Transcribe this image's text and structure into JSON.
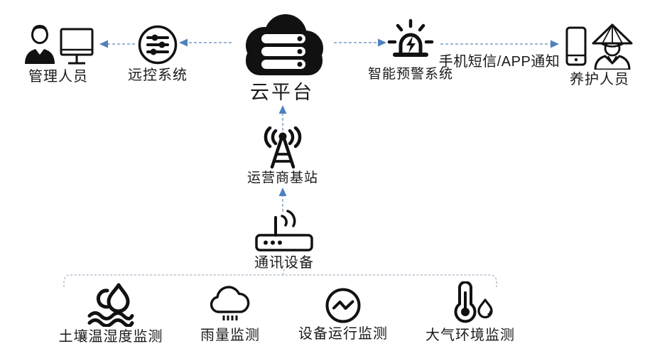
{
  "colors": {
    "icon": "#111111",
    "label": "#1a1a1a",
    "arrow_line": "#8fa9cb",
    "arrow_head": "#4f81bd",
    "bracket": "#b6c2cf",
    "background": "#ffffff"
  },
  "nodes": {
    "manager": {
      "label": "管理人员",
      "icons": [
        "person-suit-icon",
        "desktop-monitor-icon"
      ]
    },
    "remote_system": {
      "label": "远控系统",
      "icons": [
        "sliders-circle-icon"
      ]
    },
    "cloud_platform": {
      "label": "云平台",
      "icons": [
        "cloud-server-icon"
      ]
    },
    "warning_system": {
      "label": "智能预警系统",
      "icons": [
        "siren-alarm-icon"
      ]
    },
    "caretaker": {
      "label": "养护人员",
      "icons": [
        "smartphone-icon",
        "farmer-hat-person-icon"
      ]
    },
    "base_station": {
      "label": "运营商基站",
      "icons": [
        "antenna-tower-icon"
      ]
    },
    "comm_device": {
      "label": "通讯设备",
      "icons": [
        "wireless-router-icon"
      ]
    },
    "soil_monitor": {
      "label": "土壤温湿度监测",
      "icons": [
        "water-drop-waves-icon"
      ]
    },
    "rain_monitor": {
      "label": "雨量监测",
      "icons": [
        "rain-cloud-icon"
      ]
    },
    "device_monitor": {
      "label": "设备运行监测",
      "icons": [
        "pulse-circle-icon"
      ]
    },
    "air_monitor": {
      "label": "大气环境监测",
      "icons": [
        "thermometer-droplet-icon"
      ]
    }
  },
  "edges": {
    "notify_label": "手机短信/APP通知"
  }
}
